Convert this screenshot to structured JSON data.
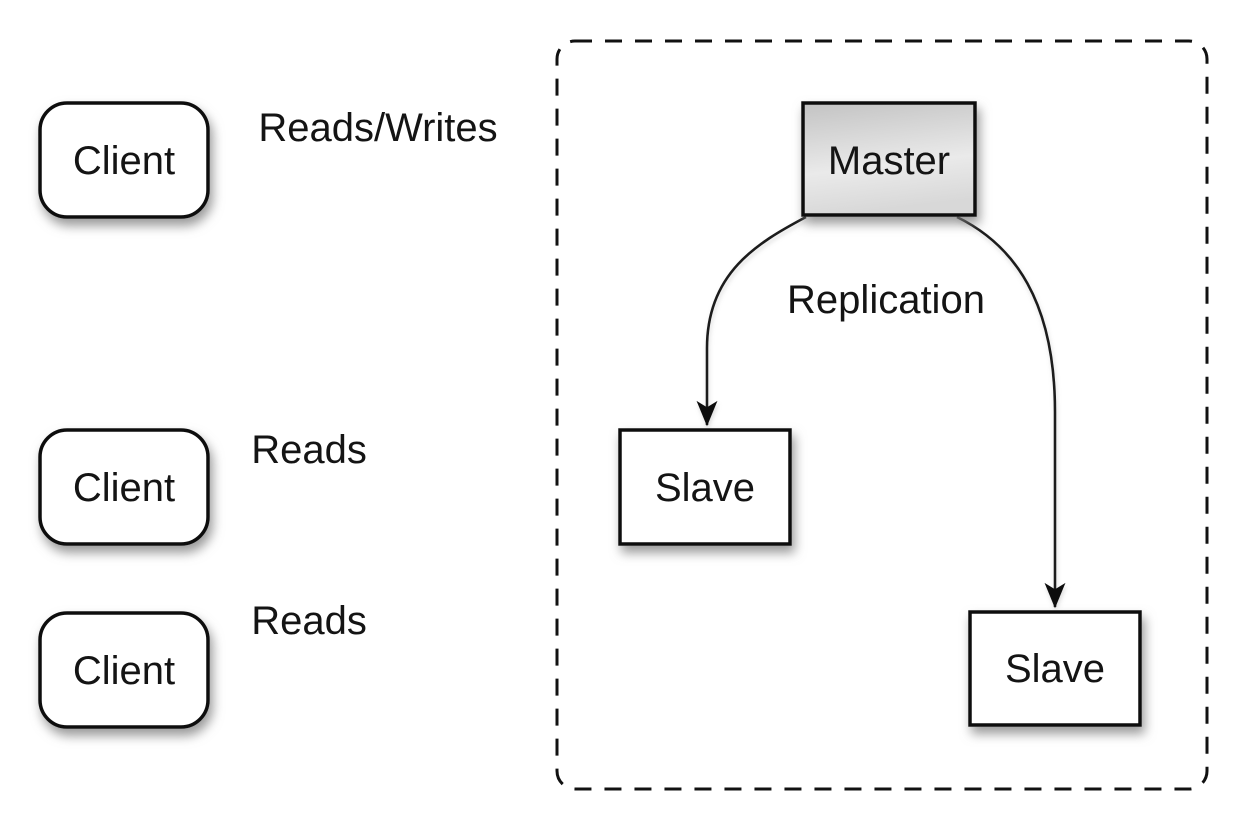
{
  "diagram": {
    "type": "master-slave-replication-diagram",
    "colors": {
      "background": "#ffffff",
      "line": "#1a1a1a",
      "border": "#111111",
      "box_fill": "#ffffff",
      "master_gradient_top": "#c3c3c3",
      "master_gradient_mid": "#eaeaea",
      "master_gradient_bottom": "#d8d8d8",
      "shadow": "#8f8f8f"
    },
    "nodes": {
      "client1": {
        "label": "Client"
      },
      "client2": {
        "label": "Client"
      },
      "client3": {
        "label": "Client"
      },
      "master": {
        "label": "Master"
      },
      "slave1": {
        "label": "Slave"
      },
      "slave2": {
        "label": "Slave"
      }
    },
    "edges": {
      "client1_to_master": {
        "label": "Reads/Writes"
      },
      "client2_to_slave1": {
        "label": "Reads"
      },
      "client3_to_slave2": {
        "label": "Reads"
      },
      "master_to_slaves": {
        "label": "Replication"
      }
    }
  }
}
